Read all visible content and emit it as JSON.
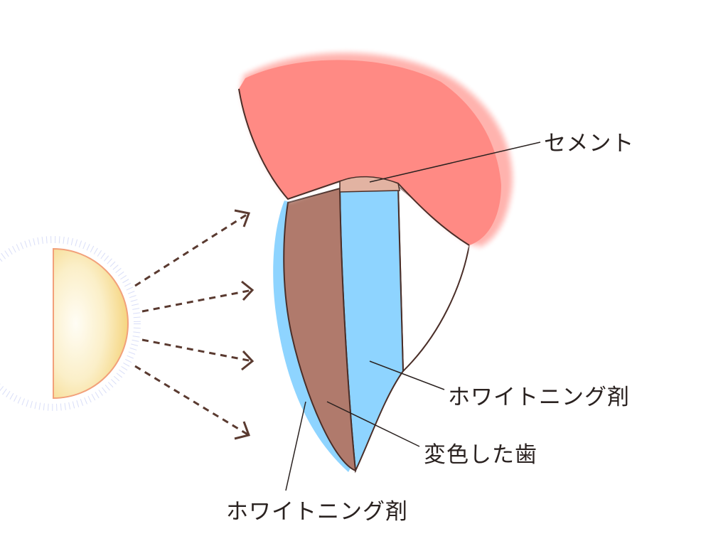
{
  "labels": {
    "cement": "セメント",
    "whitening_agent_inner": "ホワイトニング剤",
    "discolored_tooth": "変色した歯",
    "whitening_agent_outer": "ホワイトニング剤"
  },
  "colors": {
    "gum": "#FF8A84",
    "cement": "#E2B3A2",
    "tooth": "#B07A6C",
    "whitening": "#8ED4FF",
    "sun": "#F7D98A",
    "arrow": "#5A3A30",
    "outline": "#4A2E28"
  }
}
